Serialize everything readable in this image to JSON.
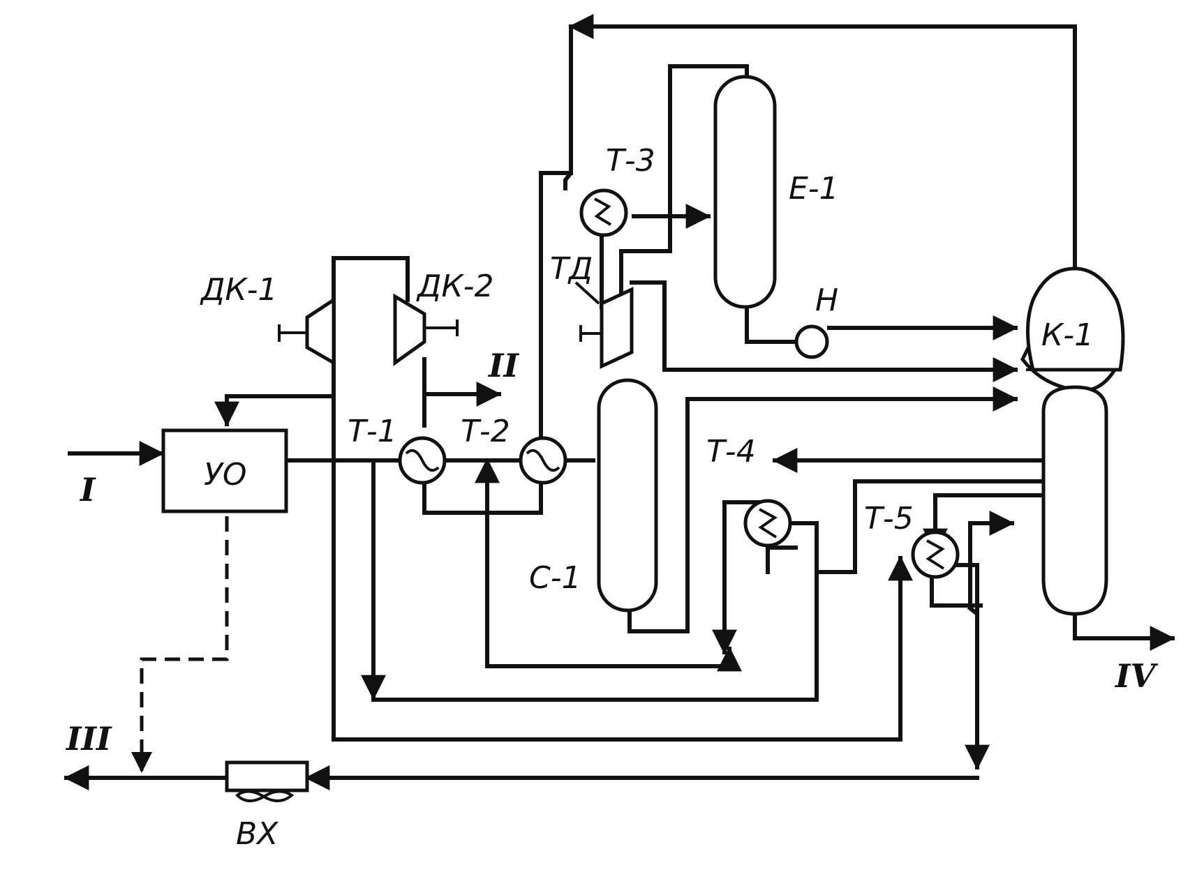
{
  "diagram": {
    "equipment": {
      "uo": "УО",
      "dk1": "ДК-1",
      "dk2": "ДК-2",
      "td": "ТД",
      "t1": "Т-1",
      "t2": "Т-2",
      "t3": "Т-3",
      "t4": "Т-4",
      "t5": "Т-5",
      "c1": "С-1",
      "e1": "Е-1",
      "k1": "К-1",
      "n": "Н",
      "vx": "ВХ"
    },
    "streams": {
      "s1": "I",
      "s2": "II",
      "s3": "III",
      "s4": "IV"
    }
  }
}
